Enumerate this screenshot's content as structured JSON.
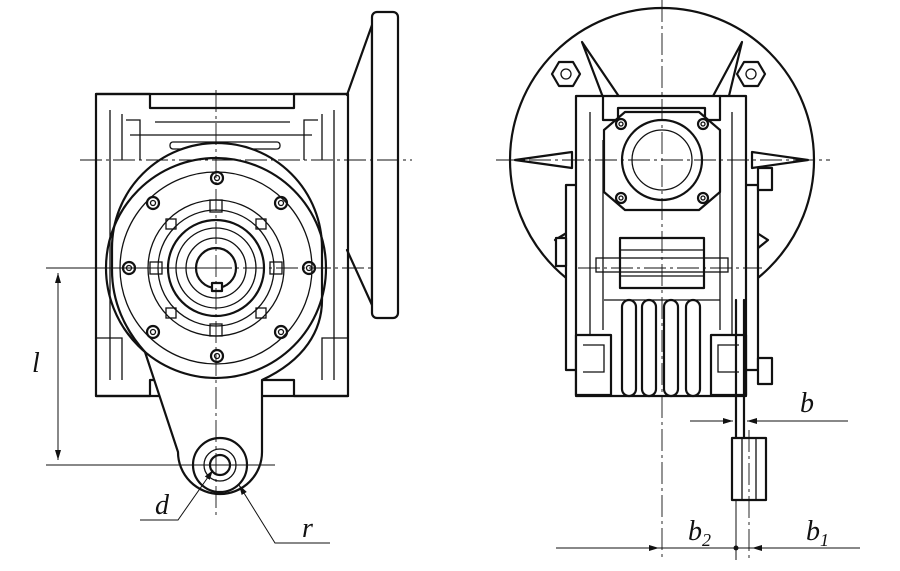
{
  "labels": {
    "l": "l",
    "d": "d",
    "r": "r",
    "b": "b",
    "b2": "b",
    "b2_sub": "2",
    "b1": "b",
    "b1_sub": "1"
  }
}
